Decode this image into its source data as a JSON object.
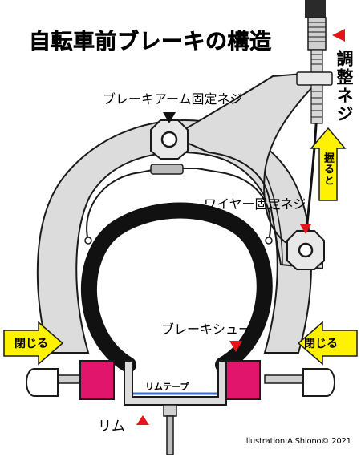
{
  "title": "自転車前ブレーキの構造",
  "labels": {
    "arm_bolt": "ブレーキアーム固定ネジ",
    "wire_bolt": "ワイヤー固定ネジ",
    "brake_shoe": "ブレーキシュー",
    "rim_tape": "リムテープ",
    "rim": "リム",
    "adjuster": "調整ネジ",
    "grip": "握ると",
    "close_left": "閉じる",
    "close_right": "閉じる"
  },
  "credit": "Illustration:A.Shiono© 2021",
  "colors": {
    "arm_fill": "#dcdcdc",
    "outline": "#1a1a1a",
    "tire": "#111111",
    "pad": "#e0156b",
    "arrow_yellow": "#fff200",
    "marker_red": "#e3141a",
    "rim_tape": "#3a6fd8"
  }
}
